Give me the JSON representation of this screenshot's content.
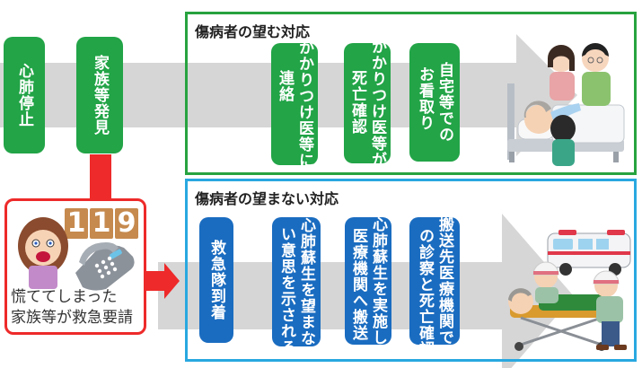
{
  "top_flow": {
    "steps": [
      {
        "label": "心肺停止"
      },
      {
        "label": "家族等発見"
      }
    ]
  },
  "wanted_panel": {
    "title": "傷病者の望む対応",
    "steps": [
      {
        "lines": [
          "かかりつけ医等に",
          "連絡"
        ]
      },
      {
        "lines": [
          "かかりつけ医等が",
          "死亡確認"
        ]
      },
      {
        "lines": [
          "自宅等での",
          "お看取り"
        ]
      }
    ],
    "illustration": "family-at-bedside-illustration"
  },
  "emergency_call": {
    "digits": [
      "1",
      "1",
      "9"
    ],
    "lines": [
      "慌ててしまった",
      "家族等が救急要請"
    ],
    "illustration": "panicked-woman-with-telephone-illustration"
  },
  "unwanted_panel": {
    "title": "傷病者の望まない対応",
    "steps": [
      {
        "lines": [
          "救急隊到着"
        ]
      },
      {
        "lines": [
          "心肺蘇生を望まな",
          "い意思を示される"
        ]
      },
      {
        "lines": [
          "心肺蘇生を実施し",
          "医療機関へ搬送"
        ]
      },
      {
        "lines": [
          "搬送先医療機関で",
          "の診察と死亡確認"
        ]
      }
    ],
    "illustration": "paramedics-with-stretcher-and-ambulance-illustration"
  },
  "colors": {
    "green_step": "#22a447",
    "blue_step": "#1a6cc0",
    "green_border": "#27a33f",
    "blue_border": "#29a8e0",
    "red_accent": "#ee2a2a",
    "band_gray": "#d6d6d6",
    "digit_tile": "#c68a4e"
  }
}
